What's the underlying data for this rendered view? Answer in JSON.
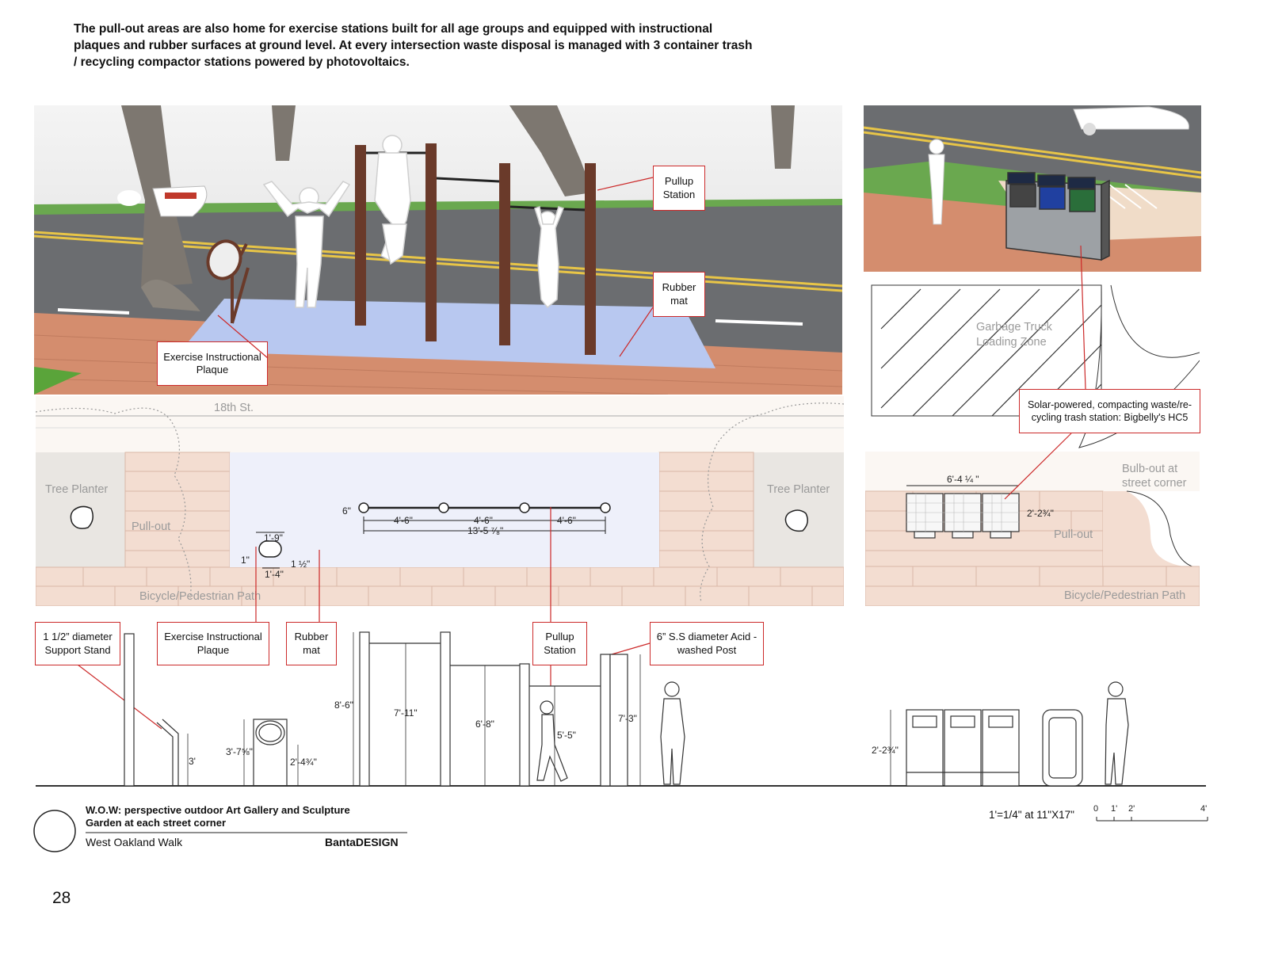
{
  "intro_text": "The pull-out areas are also home for exercise stations built for all age groups and equipped with instructional plaques and rubber surfaces at ground level. At every intersection waste disposal is managed with 3 container trash / recycling compactor stations powered by photovoltaics.",
  "callouts": {
    "pullup_station": "Pullup Station",
    "rubber_mat": "Rubber mat",
    "exercise_plaque": "Exercise Instructional Plaque",
    "solar_trash": "Solar-powered, compacting waste/re-cycling trash station: Bigbelly's HC5",
    "support_stand": "1 1/2” diameter Support Stand",
    "elev_plaque": "Exercise Instructional Plaque",
    "elev_rubber": "Rubber mat",
    "elev_pullup": "Pullup Station",
    "post": "6” S.S diameter Acid -washed Post"
  },
  "plan_labels": {
    "street": "18th St.",
    "tree_planter_left": "Tree Planter",
    "tree_planter_right": "Tree Planter",
    "pullout_left": "Pull-out",
    "pullout_right": "Pull-out",
    "bike_path_left": "Bicycle/Pedestrian Path",
    "bike_path_right": "Bicycle/Pedestrian Path",
    "garbage_zone": "Garbage Truck Loading Zone",
    "bulb_out": "Bulb-out at street corner"
  },
  "plan_dims": {
    "post_dia": "6\"",
    "span1": "4'-6\"",
    "span2": "4'-6\"",
    "span3": "4'-6\"",
    "total": "13'-5 ⁷⁄₈\"",
    "plaque_w": "1'-9\"",
    "plaque_inner": "1'-4\"",
    "plaque_depth": "1\"",
    "plaque_side": "1 ½\"",
    "trash_w": "6'-4 ¼ \"",
    "trash_d": "2'-2¾\""
  },
  "elev_dims": {
    "stand_h": "3'",
    "plaque_h": "3'-7⅝\"",
    "plaque_base": "2'-4¾\"",
    "bar1": "8'-6\"",
    "bar2": "7'-11\"",
    "bar3": "6'-8\"",
    "bar4": "5'-5\"",
    "bar5": "7'-3\"",
    "trash_h": "2'-2¾\""
  },
  "footer": {
    "title_line1": "W.O.W: perspective outdoor Art Gallery and Sculpture",
    "title_line2": "Garden at each street corner",
    "project": "West Oakland Walk",
    "brand": "BantaDESIGN",
    "scale": "1'=1/4\" at 11\"X17\"",
    "scale_ticks": [
      "0",
      "1'",
      "2'",
      "4'"
    ]
  },
  "page_number": "28",
  "colors": {
    "callout_border": "#cc2a2a",
    "asphalt": "#6b6d70",
    "brick": "#d48d6e",
    "mat": "#b8c8f0",
    "grass": "#5aa43a",
    "post": "#6a3a2a"
  }
}
